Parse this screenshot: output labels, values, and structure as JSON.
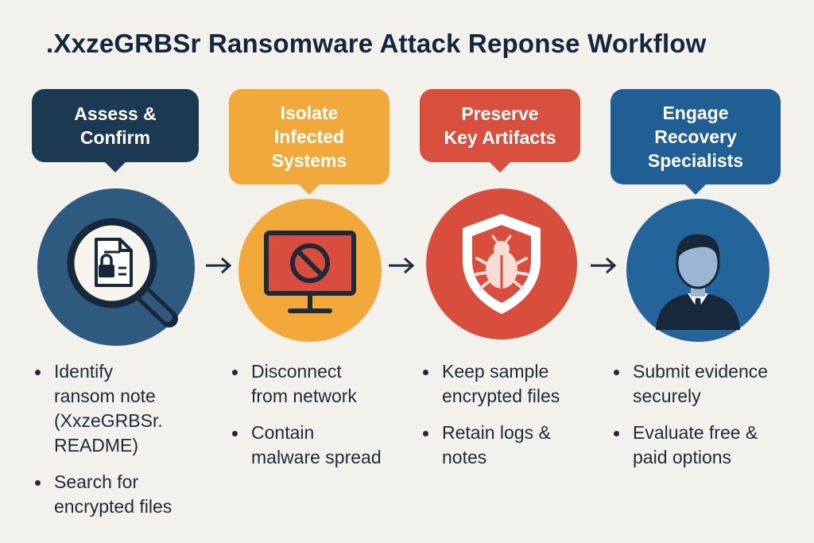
{
  "title": ".XxzeGRBSr Ransomware Attack Reponse Workflow",
  "steps": [
    {
      "label": "Assess &\nConfirm",
      "icon": "magnifier-locked-document-icon",
      "color": "#1b3a52",
      "circle_color": "#2f5a7f",
      "bullets": [
        "Identify\nransom note\n(XxzeGRBSr.\nREADME)",
        "Search for\nencrypted files"
      ]
    },
    {
      "label": "Isolate\nInfected\nSystems",
      "icon": "blocked-monitor-icon",
      "color": "#f2a93b",
      "circle_color": "#f3a93a",
      "bullets": [
        "Disconnect\nfrom network",
        "Contain\nmalware spread"
      ]
    },
    {
      "label": "Preserve\nKey Artifacts",
      "icon": "shield-bug-icon",
      "color": "#d94f3d",
      "circle_color": "#d84d3b",
      "bullets": [
        "Keep sample\nencrypted files",
        "Retain logs &\nnotes"
      ]
    },
    {
      "label": "Engage\nRecovery\nSpecialists",
      "icon": "specialist-avatar-icon",
      "color": "#1f5f93",
      "circle_color": "#23649a",
      "bullets": [
        "Submit evidence\nsecurely",
        "Evaluate free &\npaid options"
      ]
    }
  ]
}
